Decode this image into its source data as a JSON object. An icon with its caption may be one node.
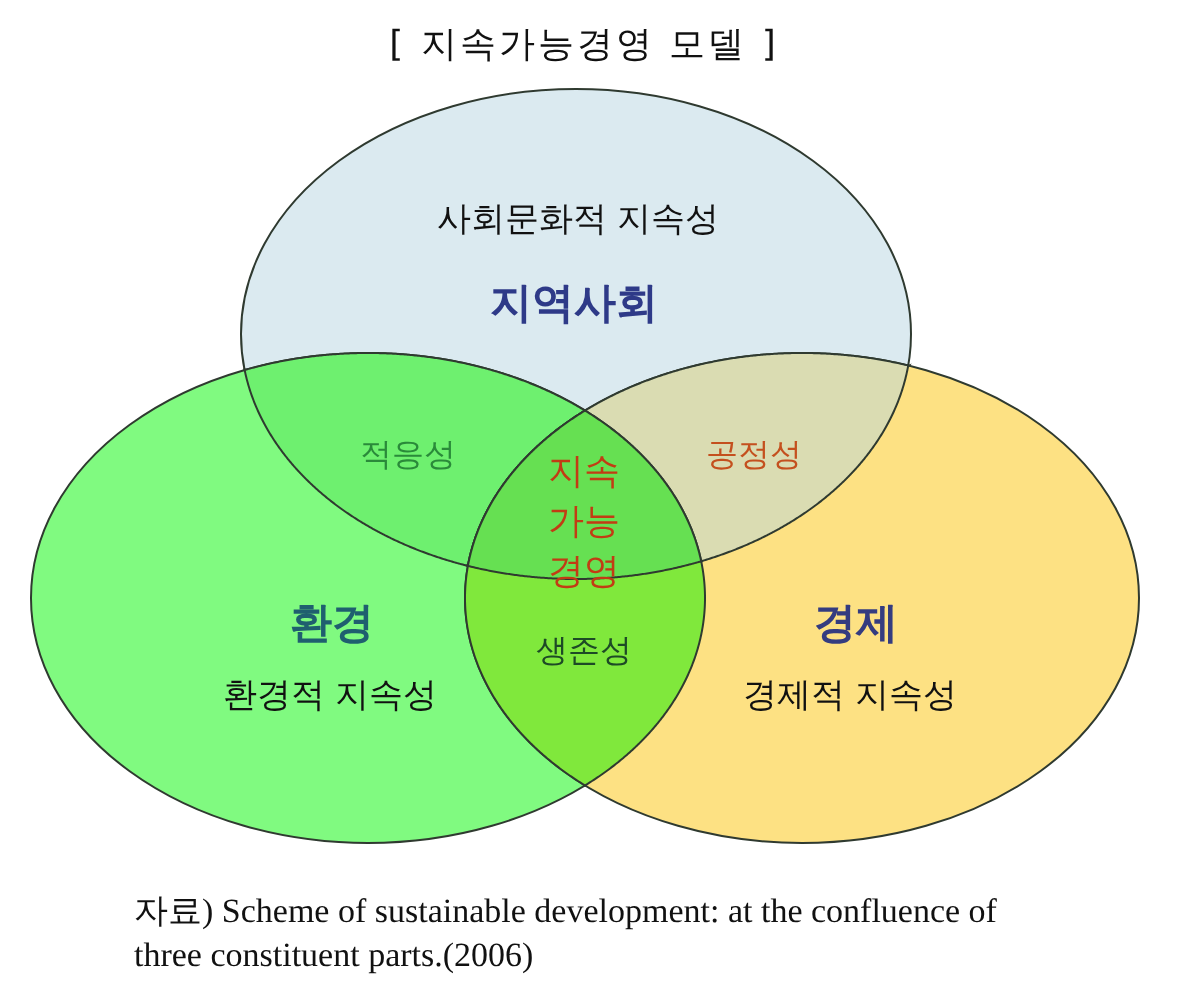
{
  "diagram": {
    "title": "[ 지속가능경영 모델 ]",
    "caption": "자료) Scheme of sustainable development: at the confluence of three constituent parts.(2006)",
    "nodes": [
      {
        "text": [
          "사회문화적 지속성",
          "지역사회"
        ]
      },
      {
        "text": [
          "환경",
          "환경적 지속성"
        ]
      },
      {
        "text": [
          "경제",
          "경제적 지속성"
        ]
      },
      {
        "text": [
          "적응성"
        ]
      },
      {
        "text": [
          "공정성"
        ]
      },
      {
        "text": [
          "지속 가능 경영"
        ]
      },
      {
        "text": [
          "생존성"
        ]
      }
    ]
  }
}
